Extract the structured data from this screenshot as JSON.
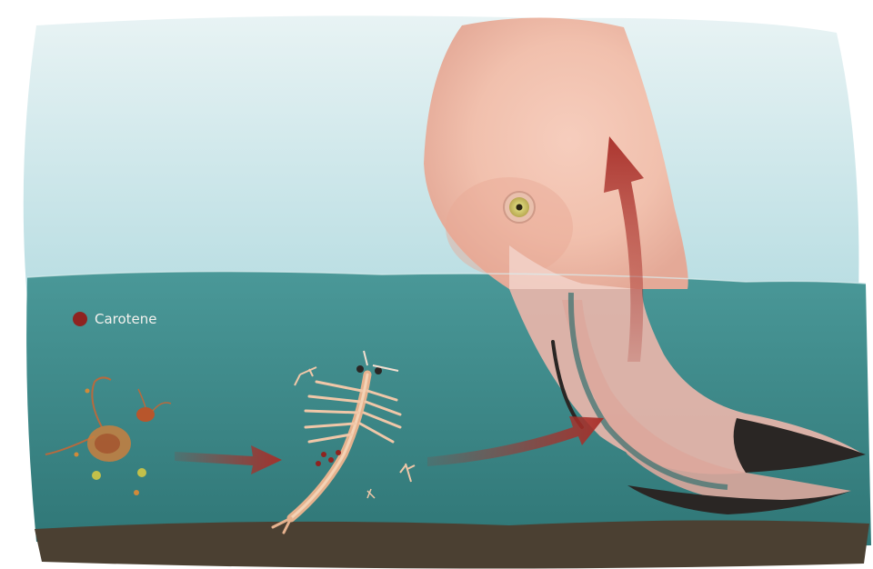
{
  "legend": {
    "label": "Carotene",
    "color": "#8e2320"
  },
  "palette": {
    "sky": "#bfe0e4",
    "water": "#3f8c8c",
    "sediment": "#4b4032",
    "flamingo": "#f2c3b2",
    "beak_tip": "#2a2624",
    "arrow": "#a82e28"
  },
  "figures": {
    "algae": "algae-cells",
    "shrimp": "brine-shrimp",
    "bird": "flamingo-head",
    "flow": "carotene-transfer-arrows"
  }
}
